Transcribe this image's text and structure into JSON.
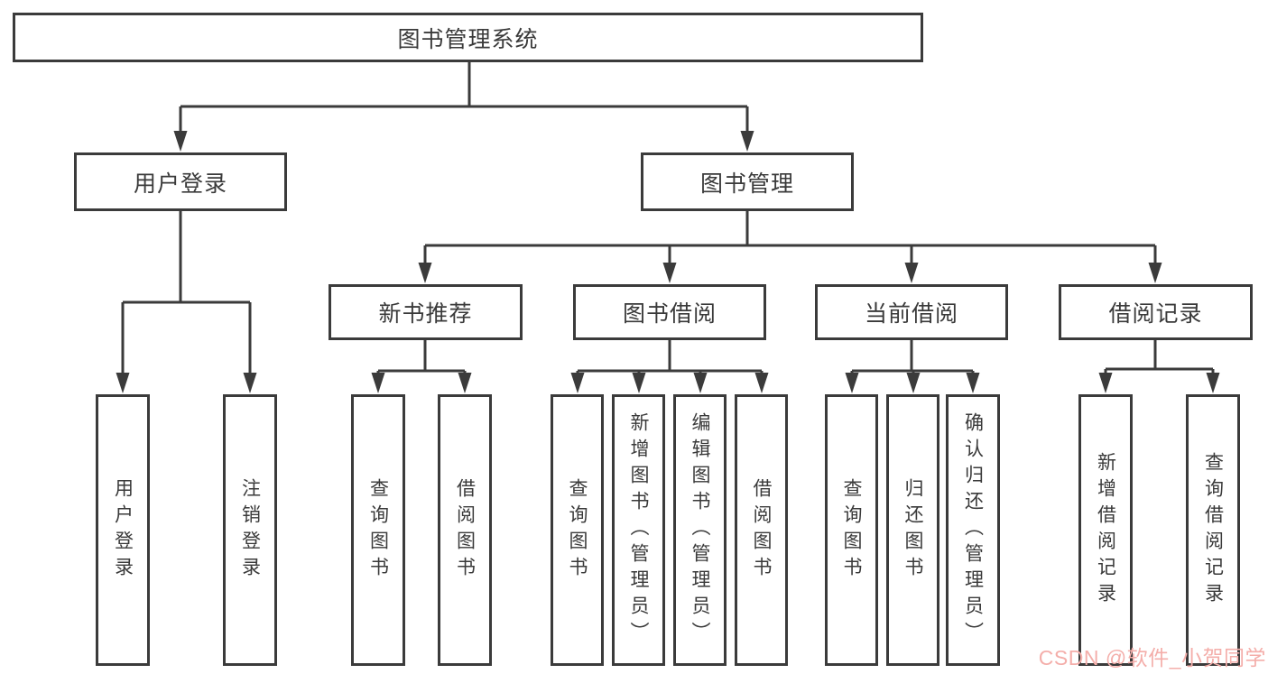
{
  "styles": {
    "line_color": "#3b3b3b",
    "box_border_color": "#3b3b3b",
    "text_color": "#3a3a3a",
    "background_color": "#ffffff",
    "watermark_color": "#f4aeaa"
  },
  "diagram": {
    "root": {
      "label": "图书管理系统"
    },
    "level2": [
      {
        "label": "用户登录"
      },
      {
        "label": "图书管理"
      }
    ],
    "level3": [
      {
        "label": "新书推荐"
      },
      {
        "label": "图书借阅"
      },
      {
        "label": "当前借阅"
      },
      {
        "label": "借阅记录"
      }
    ],
    "leaves": {
      "user_login": [
        {
          "label": "用户登录"
        },
        {
          "label": "注销登录"
        }
      ],
      "new_book_recommend": [
        {
          "label": "查询图书"
        },
        {
          "label": "借阅图书"
        }
      ],
      "book_borrow": [
        {
          "label": "查询图书"
        },
        {
          "label": "新增图书（管理员）"
        },
        {
          "label": "编辑图书（管理员）"
        },
        {
          "label": "借阅图书"
        }
      ],
      "current_borrow": [
        {
          "label": "查询图书"
        },
        {
          "label": "归还图书"
        },
        {
          "label": "确认归还（管理员）"
        }
      ],
      "borrow_records": [
        {
          "label": "新增借阅记录"
        },
        {
          "label": "查询借阅记录"
        }
      ]
    }
  },
  "watermark": {
    "text": "CSDN @软件_小贺同学"
  }
}
